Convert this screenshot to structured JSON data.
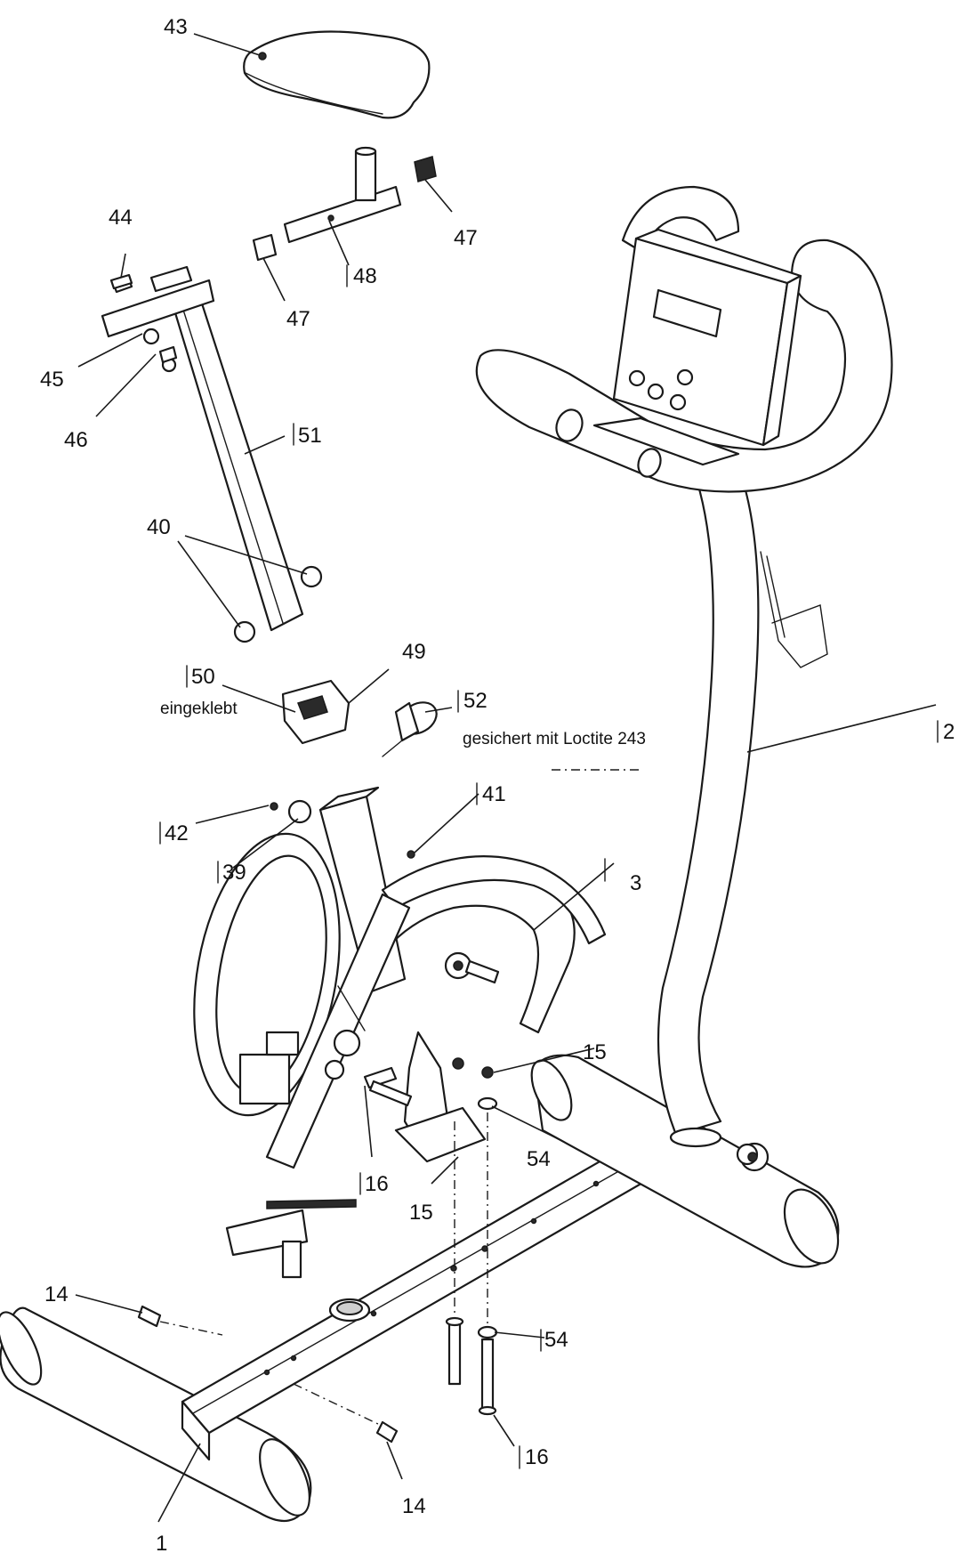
{
  "callouts": [
    {
      "id": "43",
      "label": "43"
    },
    {
      "id": "44",
      "label": "44"
    },
    {
      "id": "45",
      "label": "45"
    },
    {
      "id": "46",
      "label": "46"
    },
    {
      "id": "47a",
      "label": "47"
    },
    {
      "id": "47b",
      "label": "47"
    },
    {
      "id": "48",
      "label": "48"
    },
    {
      "id": "51",
      "label": "51"
    },
    {
      "id": "40",
      "label": "40"
    },
    {
      "id": "50",
      "label": "50"
    },
    {
      "id": "49",
      "label": "49"
    },
    {
      "id": "52",
      "label": "52"
    },
    {
      "id": "2",
      "label": "2"
    },
    {
      "id": "42",
      "label": "42"
    },
    {
      "id": "41",
      "label": "41"
    },
    {
      "id": "39",
      "label": "39"
    },
    {
      "id": "3",
      "label": "3"
    },
    {
      "id": "15a",
      "label": "15"
    },
    {
      "id": "54a",
      "label": "54"
    },
    {
      "id": "16a",
      "label": "16"
    },
    {
      "id": "15b",
      "label": "15"
    },
    {
      "id": "14a",
      "label": "14"
    },
    {
      "id": "54b",
      "label": "54"
    },
    {
      "id": "16b",
      "label": "16"
    },
    {
      "id": "14b",
      "label": "14"
    },
    {
      "id": "1",
      "label": "1"
    }
  ],
  "notes": {
    "eingeklebt": "eingeklebt",
    "loctite": "gesichert mit Loctite 243"
  }
}
